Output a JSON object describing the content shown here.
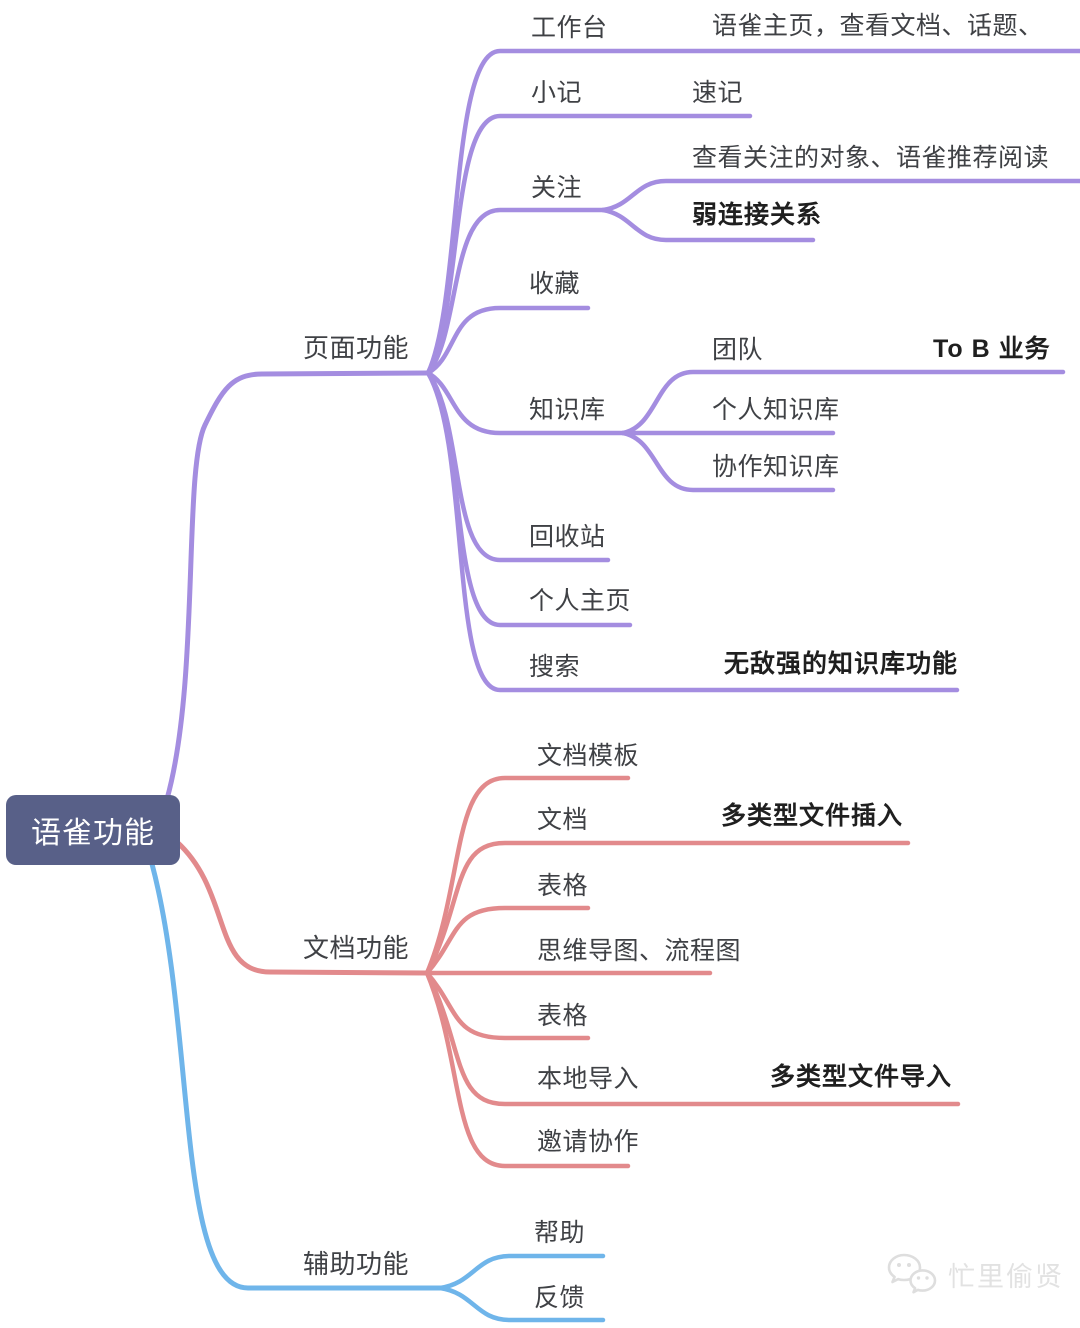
{
  "colors": {
    "purple": "#a48de0",
    "red": "#e28a8c",
    "blue": "#6fb5ea",
    "root_bg": "#586088",
    "root_text": "#ffffff",
    "text": "#3f4145",
    "emphasis_text": "#1f1f1f",
    "watermark": "#e2e2e2"
  },
  "root": {
    "label": "语雀功能"
  },
  "branches": [
    {
      "label": "页面功能",
      "color": "#a48de0",
      "children": [
        {
          "label": "工作台",
          "note": "语雀主页，查看文档、话题、"
        },
        {
          "label": "小记",
          "note": "速记"
        },
        {
          "label": "关注",
          "children": [
            {
              "label": "查看关注的对象、语雀推荐阅读"
            },
            {
              "label": "弱连接关系",
              "emphasis": true
            }
          ]
        },
        {
          "label": "收藏"
        },
        {
          "label": "知识库",
          "children": [
            {
              "label": "团队",
              "note": "To B 业务",
              "note_emphasis": true
            },
            {
              "label": "个人知识库"
            },
            {
              "label": "协作知识库"
            }
          ]
        },
        {
          "label": "回收站"
        },
        {
          "label": "个人主页"
        },
        {
          "label": "搜索",
          "note": "无敌强的知识库功能",
          "note_emphasis": true
        }
      ]
    },
    {
      "label": "文档功能",
      "color": "#e28a8c",
      "children": [
        {
          "label": "文档模板"
        },
        {
          "label": "文档",
          "note": "多类型文件插入",
          "note_emphasis": true
        },
        {
          "label": "表格"
        },
        {
          "label": "思维导图、流程图"
        },
        {
          "label": "表格"
        },
        {
          "label": "本地导入",
          "note": "多类型文件导入",
          "note_emphasis": true
        },
        {
          "label": "邀请协作"
        }
      ]
    },
    {
      "label": "辅助功能",
      "color": "#6fb5ea",
      "children": [
        {
          "label": "帮助"
        },
        {
          "label": "反馈"
        }
      ]
    }
  ],
  "watermark": {
    "label": "忙里偷贤",
    "icon": "wechat-icon"
  }
}
